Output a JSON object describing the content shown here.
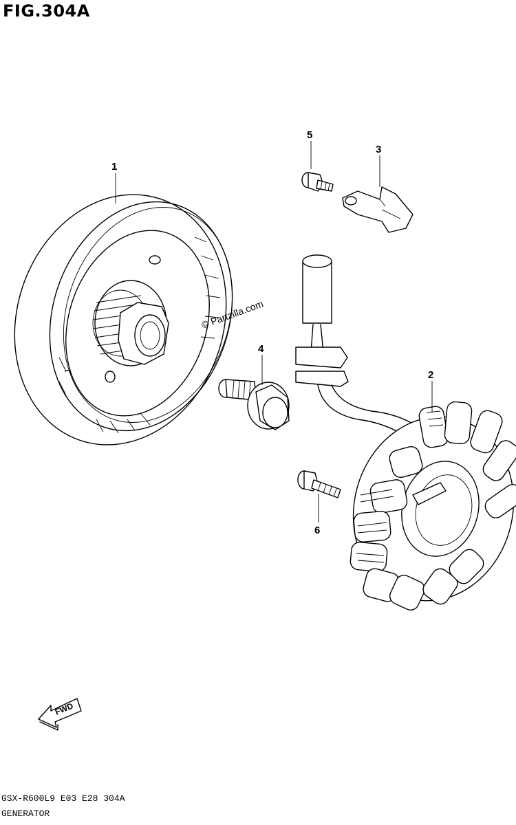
{
  "figure": {
    "title": "FIG.304A"
  },
  "callouts": [
    {
      "id": "1",
      "label": "1"
    },
    {
      "id": "2",
      "label": "2"
    },
    {
      "id": "3",
      "label": "3"
    },
    {
      "id": "4",
      "label": "4"
    },
    {
      "id": "5",
      "label": "5"
    },
    {
      "id": "6",
      "label": "6"
    }
  ],
  "watermark": "© Partzilla.com",
  "fwd_label": "FWD",
  "footer": {
    "model_code": "GSX-R600L9  E03  E28  304A",
    "section_name": "GENERATOR"
  }
}
